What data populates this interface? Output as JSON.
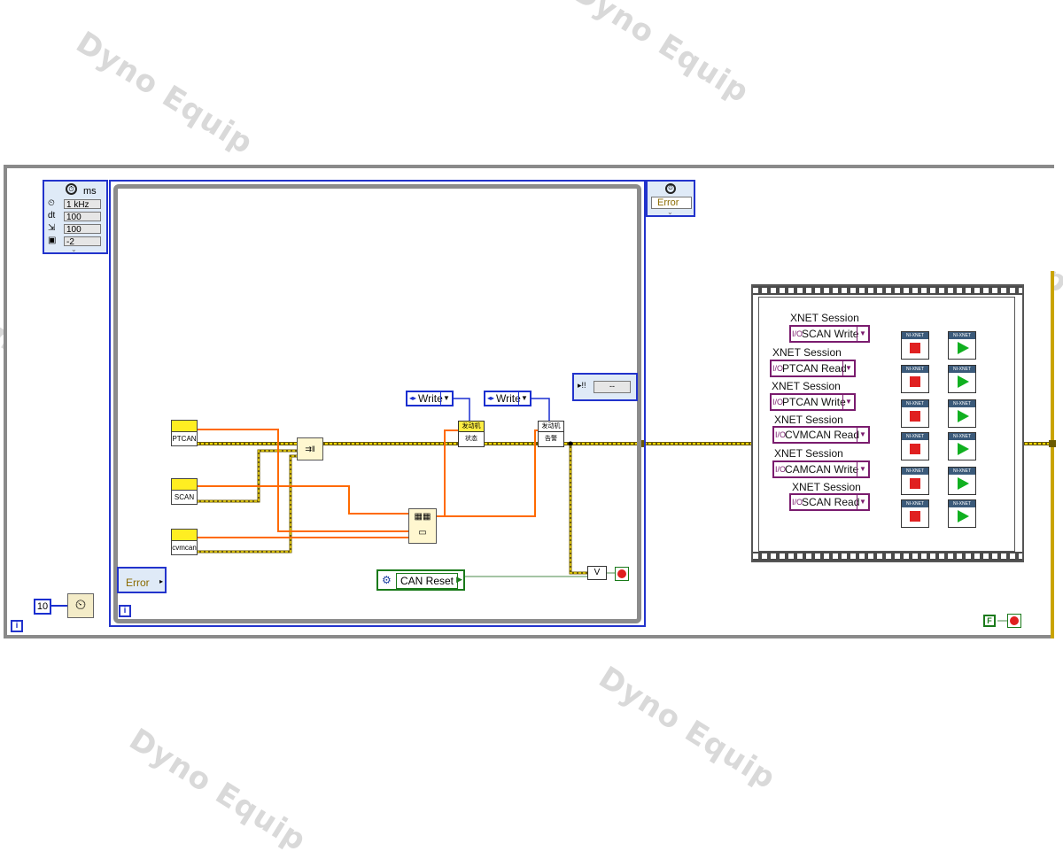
{
  "watermark": "Dyno Equip",
  "timing": {
    "unit": "ms",
    "source": "1 kHz",
    "dt_label": "dt",
    "dt": "100",
    "offset": "100",
    "processor": "-2"
  },
  "iteration_count_input": "10",
  "channels": [
    "PTCAN",
    "SCAN",
    "cvmcan"
  ],
  "write_enum_1": "Write",
  "write_enum_2": "Write",
  "state_block_1": {
    "header": "发动机",
    "label": "状态"
  },
  "state_block_2": {
    "header": "发动机",
    "label": "告警"
  },
  "can_reset": "CAN Reset",
  "error_inner": "Error",
  "error_right": "Error",
  "io_dash": "--",
  "info_icon": "i",
  "bundle_label": "V",
  "xnet_header": "NI-XNET",
  "xnet": [
    {
      "label": "XNET Session",
      "control": "SCAN Write"
    },
    {
      "label": "XNET Session",
      "control": "PTCAN Read"
    },
    {
      "label": "XNET Session",
      "control": "PTCAN Write"
    },
    {
      "label": "XNET Session",
      "control": "CVMCAN Read"
    },
    {
      "label": "XNET Session",
      "control": "CAMCAN Write"
    },
    {
      "label": "XNET Session",
      "control": "SCAN Read"
    }
  ],
  "stop_label": "F",
  "colors": {
    "loop_border": "#8a8a8a",
    "timed_loop": "#2233cc",
    "error_wire": "#c8b000",
    "data_wire": "#ff6a00",
    "xnet_wire": "#7a1c6e",
    "boolean_wire": "#1a7a1a"
  }
}
